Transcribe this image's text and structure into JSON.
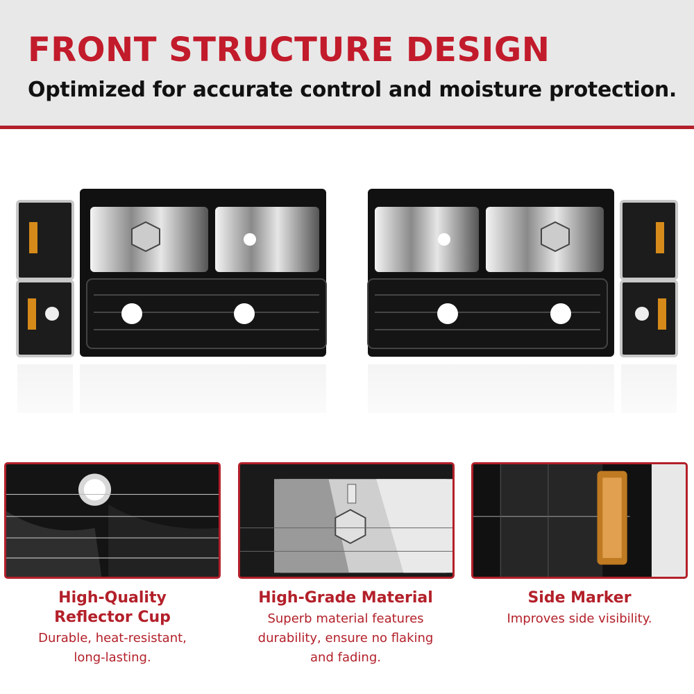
{
  "header": {
    "title": "FRONT STRUCTURE DESIGN",
    "subtitle": "Optimized for accurate control and moisture protection."
  },
  "colors": {
    "accent": "#b3202a",
    "header_bg": "#e8e8e8",
    "text_dark": "#111111"
  },
  "features": [
    {
      "title_line1": "High-Quality",
      "title_line2": "Reflector Cup",
      "desc_line1": "Durable, heat-resistant,",
      "desc_line2": "long-lasting."
    },
    {
      "title": "High-Grade Material",
      "desc_line1": "Superb material features",
      "desc_line2": "durability, ensure no flaking",
      "desc_line3": "and fading."
    },
    {
      "title": "Side Marker",
      "desc_line1": "Improves side visibility."
    }
  ]
}
